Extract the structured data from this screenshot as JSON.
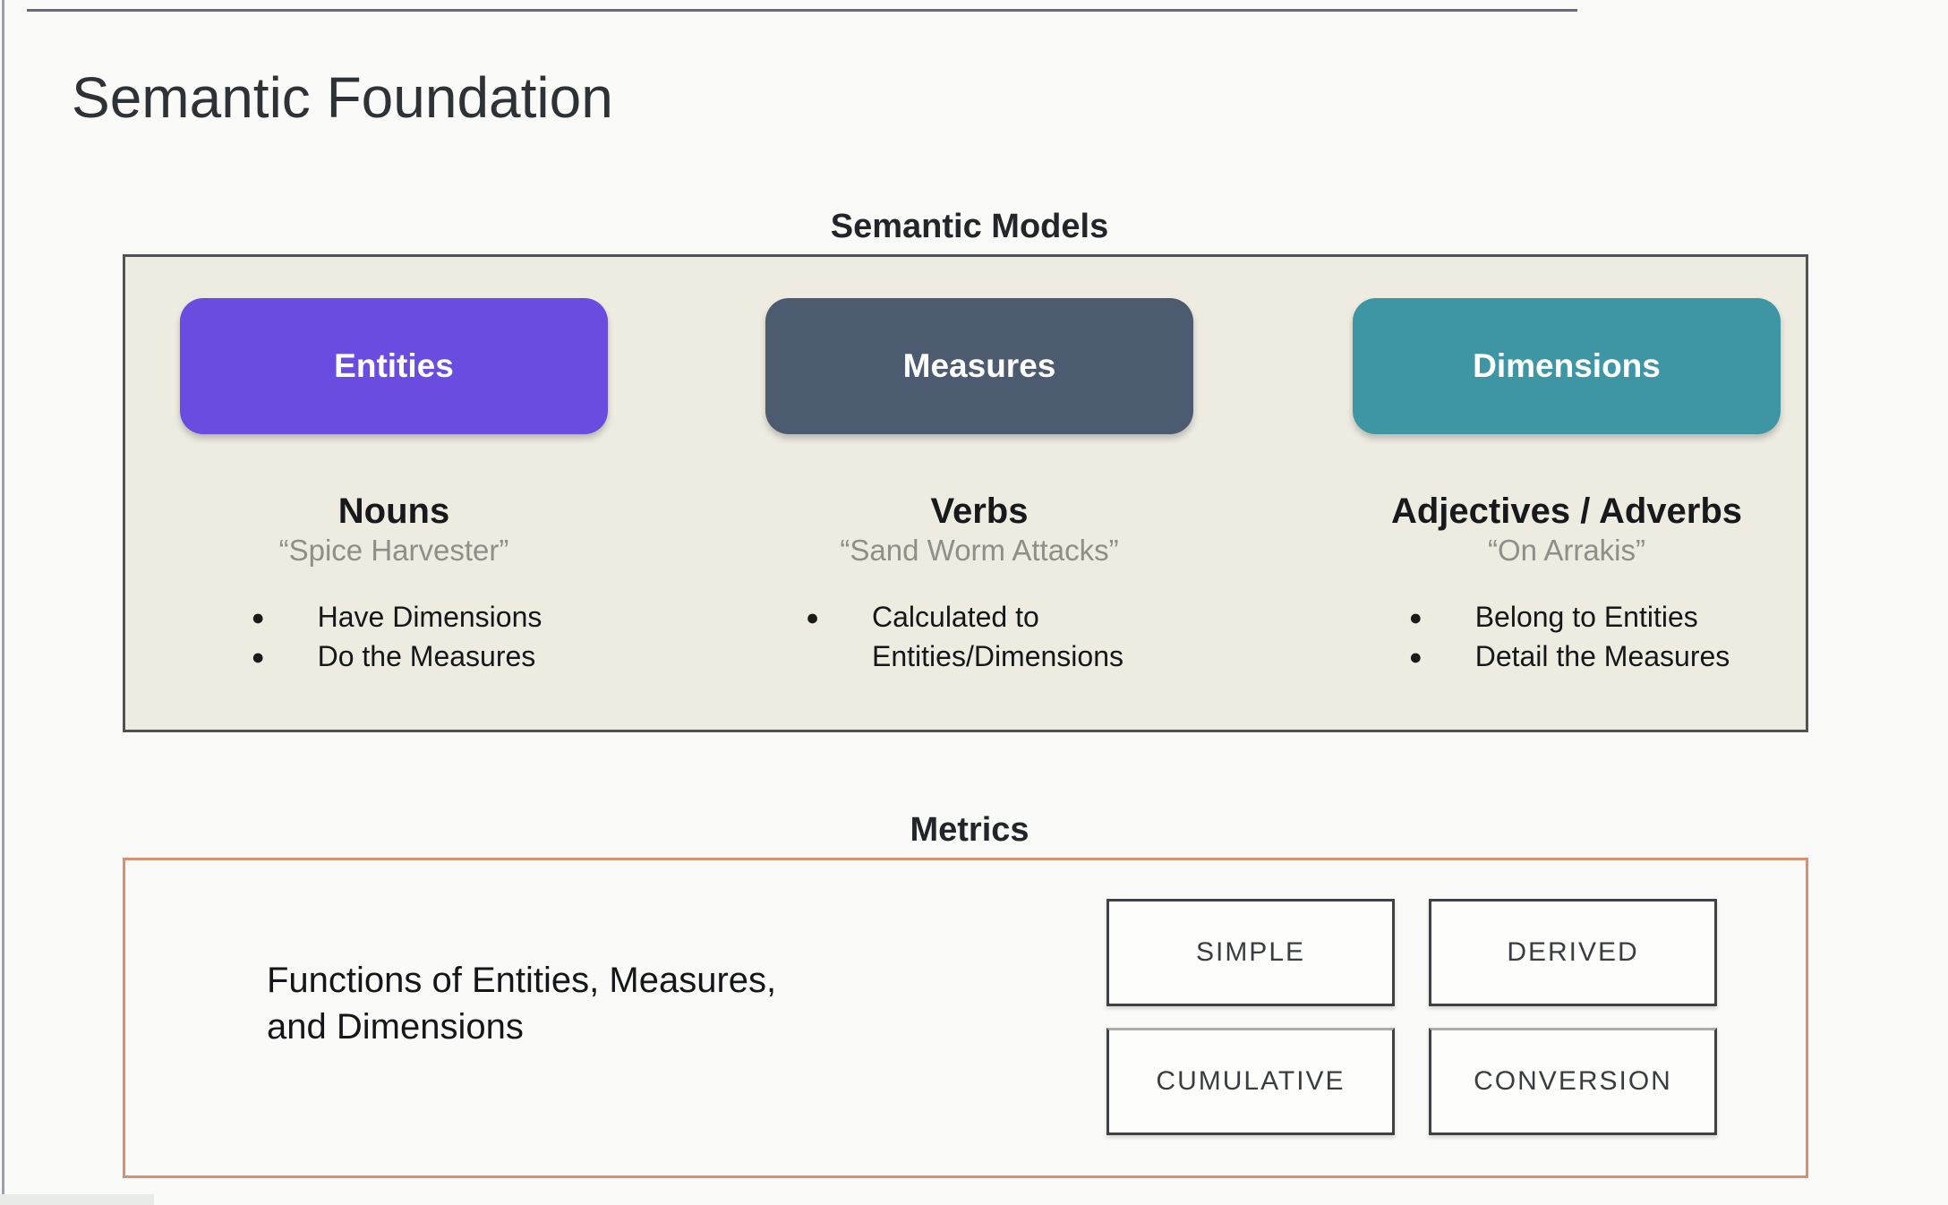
{
  "title": "Semantic Foundation",
  "semantic_models": {
    "header": "Semantic Models",
    "columns": [
      {
        "button": "Entities",
        "heading": "Nouns",
        "quote": "“Spice Harvester”",
        "bullets": [
          "Have Dimensions",
          "Do the Measures"
        ]
      },
      {
        "button": "Measures",
        "heading": "Verbs",
        "quote": "“Sand Worm Attacks”",
        "bullets": [
          "Calculated to Entities/Dimensions"
        ]
      },
      {
        "button": "Dimensions",
        "heading": "Adjectives / Adverbs",
        "quote": "“On Arrakis”",
        "bullets": [
          "Belong to Entities",
          "Detail the Measures"
        ]
      }
    ]
  },
  "metrics": {
    "header": "Metrics",
    "description_lines": [
      "Functions of Entities, Measures,",
      "and Dimensions"
    ],
    "types": [
      "SIMPLE",
      "DERIVED",
      "CUMULATIVE",
      "CONVERSION"
    ]
  },
  "colors": {
    "entities_pill": "#6A4CE0",
    "measures_pill": "#4D5B70",
    "dimensions_pill": "#3E96A4",
    "semantic_panel_bg": "#EEECE1",
    "semantic_panel_border": "#4F5356",
    "metrics_panel_border": "#DC8E73"
  }
}
